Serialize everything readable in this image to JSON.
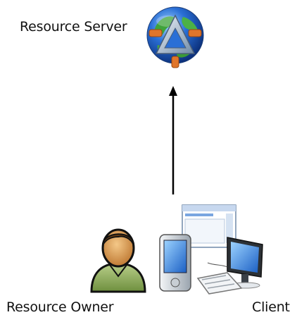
{
  "nodes": {
    "resource_server": {
      "label": "Resource Server",
      "icon": "globe-server-icon"
    },
    "resource_owner": {
      "label": "Resource Owner",
      "icon": "person-icon"
    },
    "client": {
      "label": "Client",
      "icon": "devices-icon"
    }
  },
  "edges": [
    {
      "from": "client",
      "to": "resource_server",
      "style": "arrow"
    }
  ],
  "colors": {
    "ocean": "#2a6fd6",
    "land": "#3fa33a",
    "arrow": "#000000",
    "skin": "#e0a560",
    "hair": "#6b3f14",
    "shirt": "#8fae5a"
  }
}
